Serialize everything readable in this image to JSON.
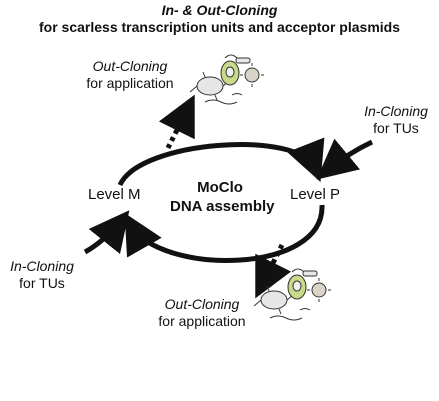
{
  "title": {
    "line1": "In- & Out-Cloning",
    "line2": "for scarless transcription units and acceptor plasmids"
  },
  "center": {
    "line1": "MoClo",
    "line2": "DNA assembly"
  },
  "levels": {
    "m": "Level M",
    "p": "Level P"
  },
  "out_cloning_top": {
    "line1": "Out-Cloning",
    "line2": "for application"
  },
  "in_cloning_right": {
    "line1": "In-Cloning",
    "line2": "for TUs"
  },
  "in_cloning_left": {
    "line1": "In-Cloning",
    "line2": "for TUs"
  },
  "out_cloning_bottom": {
    "line1": "Out-Cloning",
    "line2": "for application"
  },
  "icons": [
    "bacterium-icon",
    "plant-cell-icon",
    "virus-icon",
    "fungus-icon",
    "worm-icon"
  ]
}
